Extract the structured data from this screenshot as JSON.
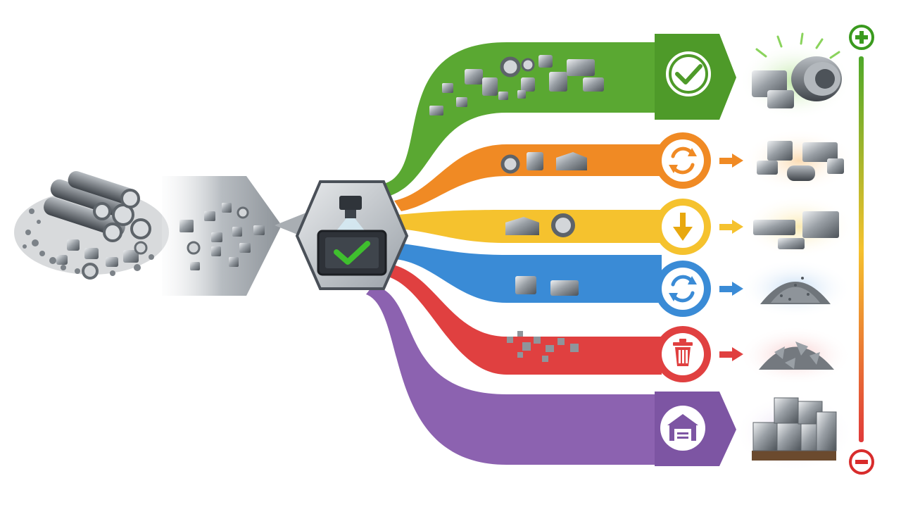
{
  "input_label": "raw-material-stock",
  "inspection": {
    "icon": "camera-inspection-icon",
    "result_icon": "checkmark-icon"
  },
  "streams": [
    {
      "id": "accept",
      "color": "#5aa832",
      "icon": "checkmark-circle-icon",
      "outcome": "machined-finished-parts"
    },
    {
      "id": "rework",
      "color": "#f08a24",
      "icon": "cycle-arrows-icon",
      "outcome": "reworked-parts"
    },
    {
      "id": "downgrade",
      "color": "#f5c22e",
      "icon": "down-arrow-icon",
      "outcome": "downgraded-parts"
    },
    {
      "id": "recycle",
      "color": "#3a8bd6",
      "icon": "recycle-arrows-icon",
      "outcome": "metal-chips-pile"
    },
    {
      "id": "scrap",
      "color": "#e04040",
      "icon": "trash-can-icon",
      "outcome": "scrap-pile"
    },
    {
      "id": "storage",
      "color": "#8c62b0",
      "icon": "warehouse-icon",
      "outcome": "palletized-inventory"
    }
  ],
  "scale": {
    "top_icon": "plus-circle-icon",
    "bottom_icon": "minus-circle-icon",
    "colors": [
      "#4ea82a",
      "#f5c22e",
      "#e03a3a"
    ]
  }
}
